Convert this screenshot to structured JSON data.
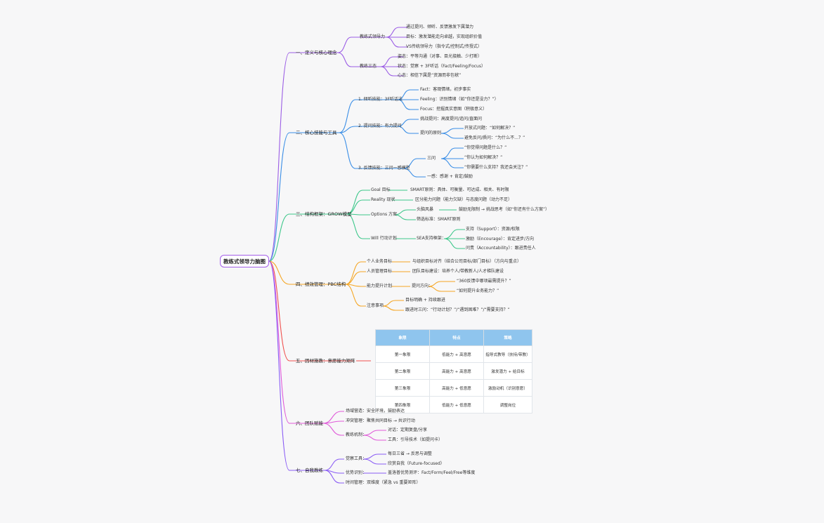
{
  "title": "教练式领导力脑图",
  "colors": {
    "purple": "#9b5de5",
    "blue": "#3a8ee6",
    "green": "#3cc78a",
    "orange": "#f5a623",
    "red": "#f0524f",
    "magenta": "#e05ad9",
    "violet": "#8a5cf5"
  },
  "branches": {
    "b1": {
      "label": "一、定义与核心理念",
      "n1": {
        "label": "教练式领导力",
        "c1": "通过提问、倾听、反馈激发下属潜力",
        "c2": "目标：激发潜能走向卓越，实现组织价值",
        "c3": "VS传统领导力（指令式/控制式/传授式）"
      },
      "n2": {
        "label": "教练三态",
        "c1": "姿态：平等沟通（对事、目光接触、少打断）",
        "c2": "状态：觉察 + 3F听话（Fact/Feeling/Focus）",
        "c3": "心态：相信下属是“资源而非包袱”"
      }
    },
    "b2": {
      "label": "二、核心技能与工具",
      "n1": {
        "label": "1. 倾听技能：3F听话法",
        "c1": "Fact：客观情绪，初步事实",
        "c2": "Feeling：识别情绪（如“你还是没力？”）",
        "c3": "Focus：挖掘真实意图（积极意义）"
      },
      "n2": {
        "label": "2. 提问技能：有力提问",
        "c1": "挑战提问：高度提问/追问/直面问",
        "c2": "提问的原则",
        "g1": "开放式问题：“如何解决？”",
        "g2": "避免反问/质问：“为什么不…？”"
      },
      "n3": {
        "label": "3. 反馈技能：三问一感模型",
        "c1": "三问",
        "g1": "“你觉得问题是什么？”",
        "g2": "“你认为如何解决？”",
        "g3": "“你需要什么支持？我还会关注？”",
        "c2": "一感：感谢 + 肯定/鼓励"
      }
    },
    "b3": {
      "label": "三、结构框架：GROW模型",
      "n1": {
        "label": "Goal 目标",
        "c1": "SMART原则：具体、可衡量、可达成、相关、有时限"
      },
      "n2": {
        "label": "Reality 现状",
        "c1": "区分能力问题（能力欠缺）与态度问题（动力不足）"
      },
      "n3": {
        "label": "Options 方案",
        "c1": "头脑风暴",
        "g1": "鼓励无限制 → 挑战思考（如“你还有什么方案”）",
        "c2": "筛选标准：SMART原则"
      },
      "n4": {
        "label": "Will 行动计划",
        "c1": "SEA支持框架：",
        "g1": "支持（Support）：资源/权限",
        "g2": "激励（Encourage）：肯定进步/方向",
        "g3": "问责（Accountability）：跟进责任人"
      }
    },
    "b4": {
      "label": "四、绩效管理：PBC结构",
      "n1": {
        "label": "个人业务目标",
        "c1": "与组织目标对齐（结合公司目标/部门目标）（方向与重点）"
      },
      "n2": {
        "label": "人员管理目标",
        "c1": "团队目标建设：培养个人/带教新人/人才梯队建设"
      },
      "n3": {
        "label": "能力提升计划",
        "c1": "提问方向：",
        "g1": "“360反馈中哪项最需提升？”",
        "g2": "“如何提升业务能力？”"
      },
      "n4": {
        "label": "注意事项",
        "c1": "目标明确 + 持续跟进",
        "c2": "跟进时三问：“行动计划？”/“遇到困难？”/“需要支持？”"
      }
    },
    "b5": {
      "label": "五、因材施教：意愿能力矩阵",
      "table": {
        "headers": [
          "象限",
          "特点",
          "策略"
        ],
        "rows": [
          [
            "第一象限",
            "低能力 + 高意愿",
            "指导式教导（扶持/带教）"
          ],
          [
            "第二象限",
            "高能力 + 高意愿",
            "激发潜力 + 给目标"
          ],
          [
            "第三象限",
            "高能力 + 低意愿",
            "激励动机（识别意愿）"
          ],
          [
            "第四象限",
            "低能力 + 低意愿",
            "调整岗位"
          ]
        ]
      }
    },
    "b6": {
      "label": "六、团队赋能",
      "n1": {
        "label": "场域营造：安全环境，鼓励表达"
      },
      "n2": {
        "label": "冲突管理：聚焦共同目标 → 共识行动"
      },
      "n3": {
        "label": "教练机制：",
        "c1": "对话：定期复盘/分享",
        "c2": "工具：引导技术（如提问卡）"
      }
    },
    "b7": {
      "label": "七、自我教练",
      "n1": {
        "label": "觉察工具：",
        "c1": "每日三省 → 反思与调整",
        "c2": "欣赏自我（Future-focused）"
      },
      "n2": {
        "label": "优势识别：",
        "c1": "盖洛普优势测评：Fact/Form/Feel/Free等维度"
      },
      "n3": {
        "label": "时间管理：双维度（紧急 vs 重要矩阵）"
      }
    }
  }
}
